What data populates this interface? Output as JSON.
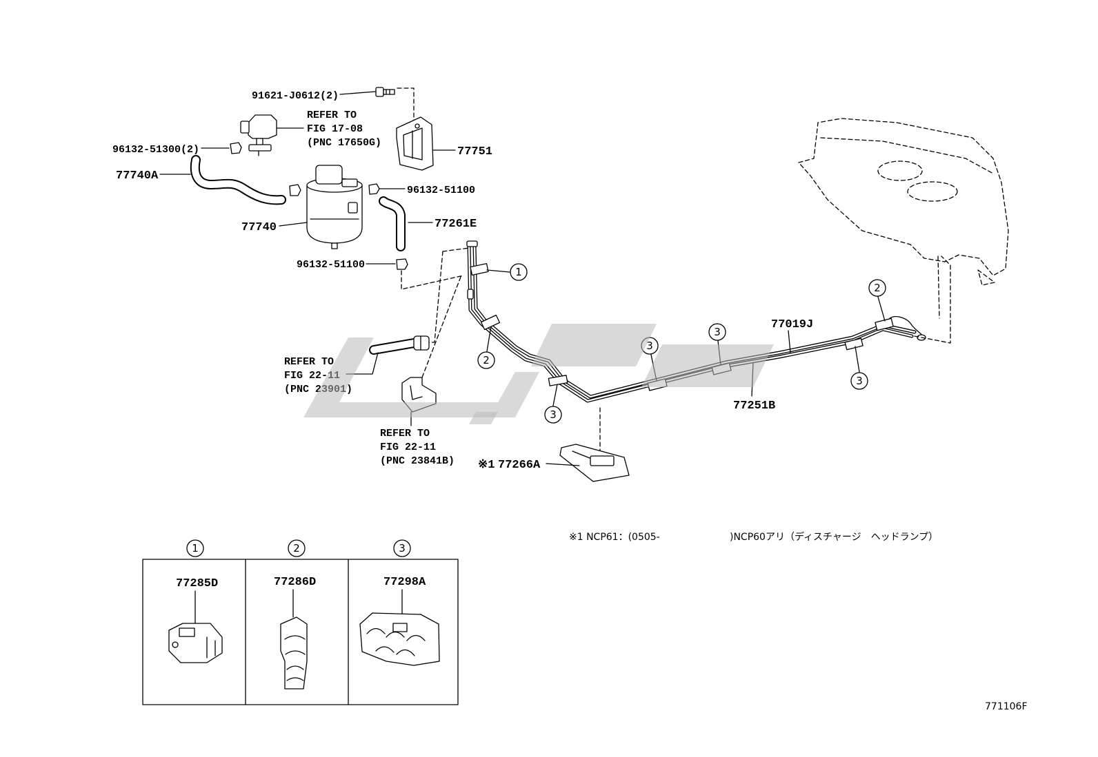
{
  "parts": {
    "bolt_91621": "91621-J0612(2)",
    "clip_96132_51300": "96132-51300(2)",
    "bracket_77751": "77751",
    "hose_77740A": "77740A",
    "clip_96132_51100_a": "96132-51100",
    "canister_77740": "77740",
    "hose_77261E": "77261E",
    "clip_96132_51100_b": "96132-51100",
    "tube_77019J": "77019J",
    "tube_77251B": "77251B",
    "protector_prefix": "※1",
    "protector_77266A": "77266A"
  },
  "refs": {
    "vsv": {
      "line1": "REFER TO",
      "line2": "FIG 17-08",
      "line3": "(PNC 17650G)"
    },
    "hose_23901": {
      "line1": "REFER TO",
      "line2": "FIG 22-11",
      "line3": "(PNC 23901)"
    },
    "clamp_23841B": {
      "line1": "REFER TO",
      "line2": "FIG 22-11",
      "line3": "(PNC 23841B)"
    }
  },
  "clamp_numbers": {
    "c1": "1",
    "c2": "2",
    "c3": "3"
  },
  "note": {
    "part1": "※1 NCP61：(0505-",
    "part2": ")NCP60アリ（ディスチャージ　ヘッドランプ）"
  },
  "legend": {
    "items": [
      {
        "num": "1",
        "part": "77285D"
      },
      {
        "num": "2",
        "part": "77286D"
      },
      {
        "num": "3",
        "part": "77298A"
      }
    ]
  },
  "figure_code": "771106F"
}
